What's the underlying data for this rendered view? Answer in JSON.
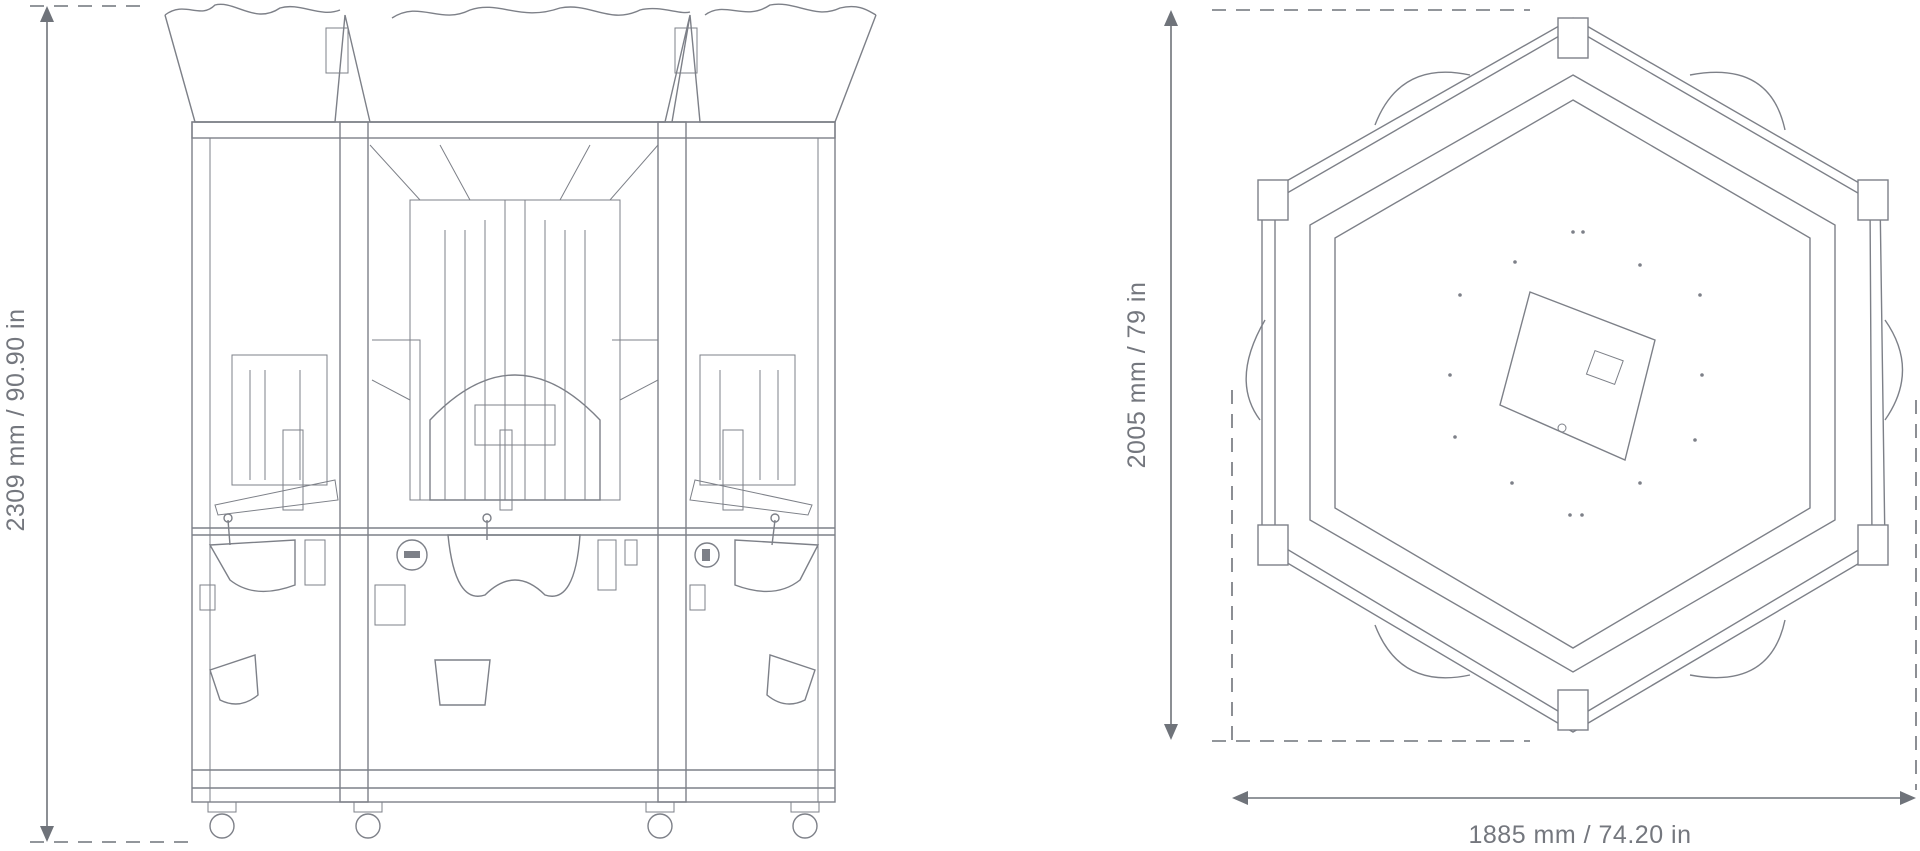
{
  "dimensions": {
    "height_label": "2309 mm / 90.90 in",
    "depth_label": "2005 mm / 79 in",
    "width_label": "1885 mm / 74.20 in"
  },
  "colors": {
    "line": "#7d8088",
    "dimension": "#6f737a",
    "background": "#ffffff"
  }
}
